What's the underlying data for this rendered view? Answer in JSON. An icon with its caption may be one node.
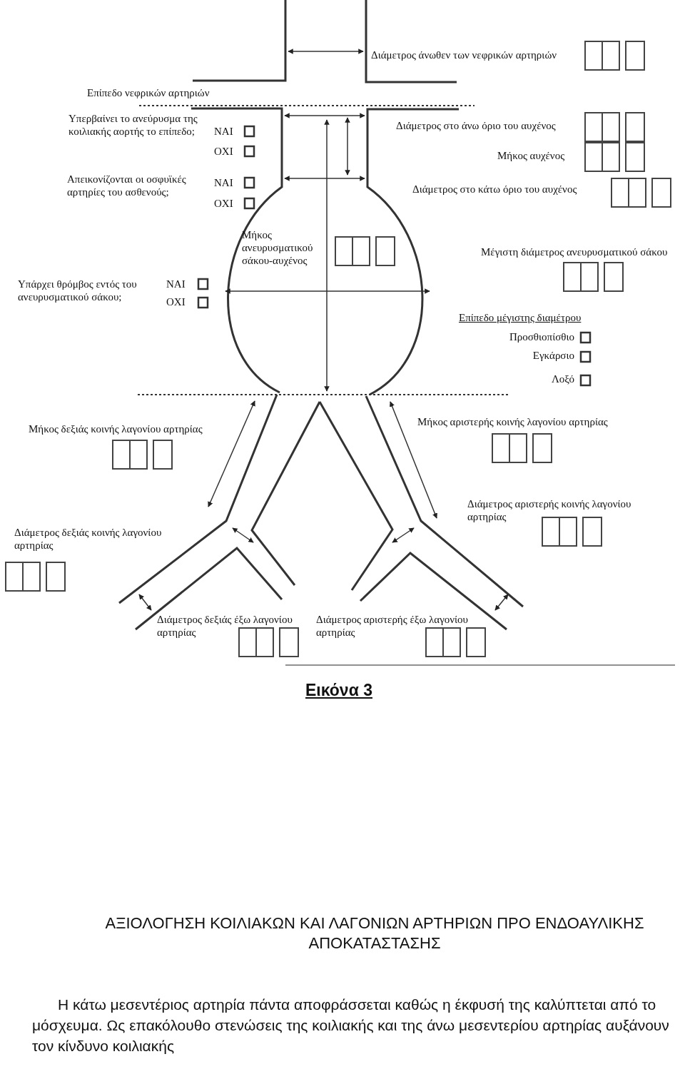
{
  "diagram": {
    "caption": "Εικόνα 3",
    "labels": [
      "Διάμετρος άνωθεν των νεφρικών αρτηριών",
      "Επίπεδο νεφρικών αρτηριών",
      "Υπερβαίνει το ανεύρυσμα της κοιλιακής αορτής το επίπεδο;",
      "ΝΑΙ",
      "ΟΧΙ",
      "Διάμετρος στο άνω όριο του αυχένος",
      "Μήκος αυχένος",
      "Απεικονίζονται οι οσφυϊκές αρτηρίες του ασθενούς;",
      "ΝΑΙ",
      "ΟΧΙ",
      "Διάμετρος στο κάτω όριο του αυχένος",
      "Μήκος ανευρυσματικού σάκου-αυχένος",
      "Μέγιστη διάμετρος ανευρυσματικού σάκου",
      "Υπάρχει θρόμβος εντός του ανευρυσματικού σάκου;",
      "ΝΑΙ",
      "ΟΧΙ",
      "Επίπεδο μέγιστης διαμέτρου",
      "Προσθιοπίσθιο",
      "Εγκάρσιο",
      "Λοξό",
      "Μήκος δεξιάς κοινής λαγονίου αρτηρίας",
      "Μήκος αριστερής κοινής λαγονίου αρτηρίας",
      "Διάμετρος αριστερής κοινής λαγονίου αρτηρίας",
      "Διάμετρος δεξιάς κοινής λαγονίου αρτηρίας",
      "Διάμετρος δεξιάς έξω λαγονίου αρτηρίας",
      "Διάμετρος αριστερής έξω λαγονίου αρτηρίας",
      "ΑΞΙΟΛΟΓΗΣΗ ΚΟΙΛΙΑΚΩΝ ΚΑΙ ΛΑΓΟΝΙΩΝ ΑΡΤΗΡΙΩΝ ΠΡΟ ΕΝΔΟΑΥΛΙΚΗΣ ΑΠΟΚΑΤΑΣΤΑΣΗΣ",
      "Η κάτω μεσεντέριος αρτηρία πάντα αποφράσσεται καθώς η έκφυσή της καλύπτεται από το μόσχευμα. Ως επακόλουθο στενώσεις της κοιλιακής και της άνω μεσεντερίου αρτηρίας αυξάνουν τον κίνδυνο κοιλιακής"
    ]
  }
}
